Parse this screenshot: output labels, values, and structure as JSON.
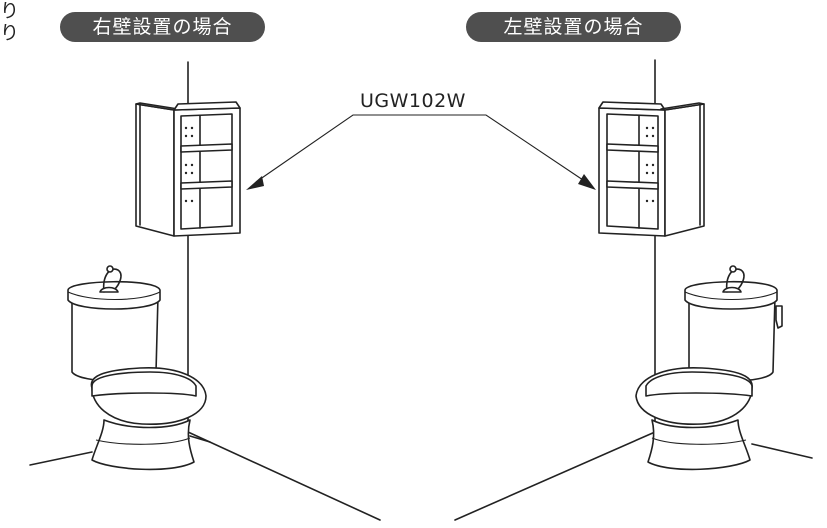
{
  "labels": {
    "right_wall": "右壁設置の場合",
    "left_wall": "左壁設置の場合",
    "model": "UGW102W",
    "cut_text": "り、\nり"
  }
}
